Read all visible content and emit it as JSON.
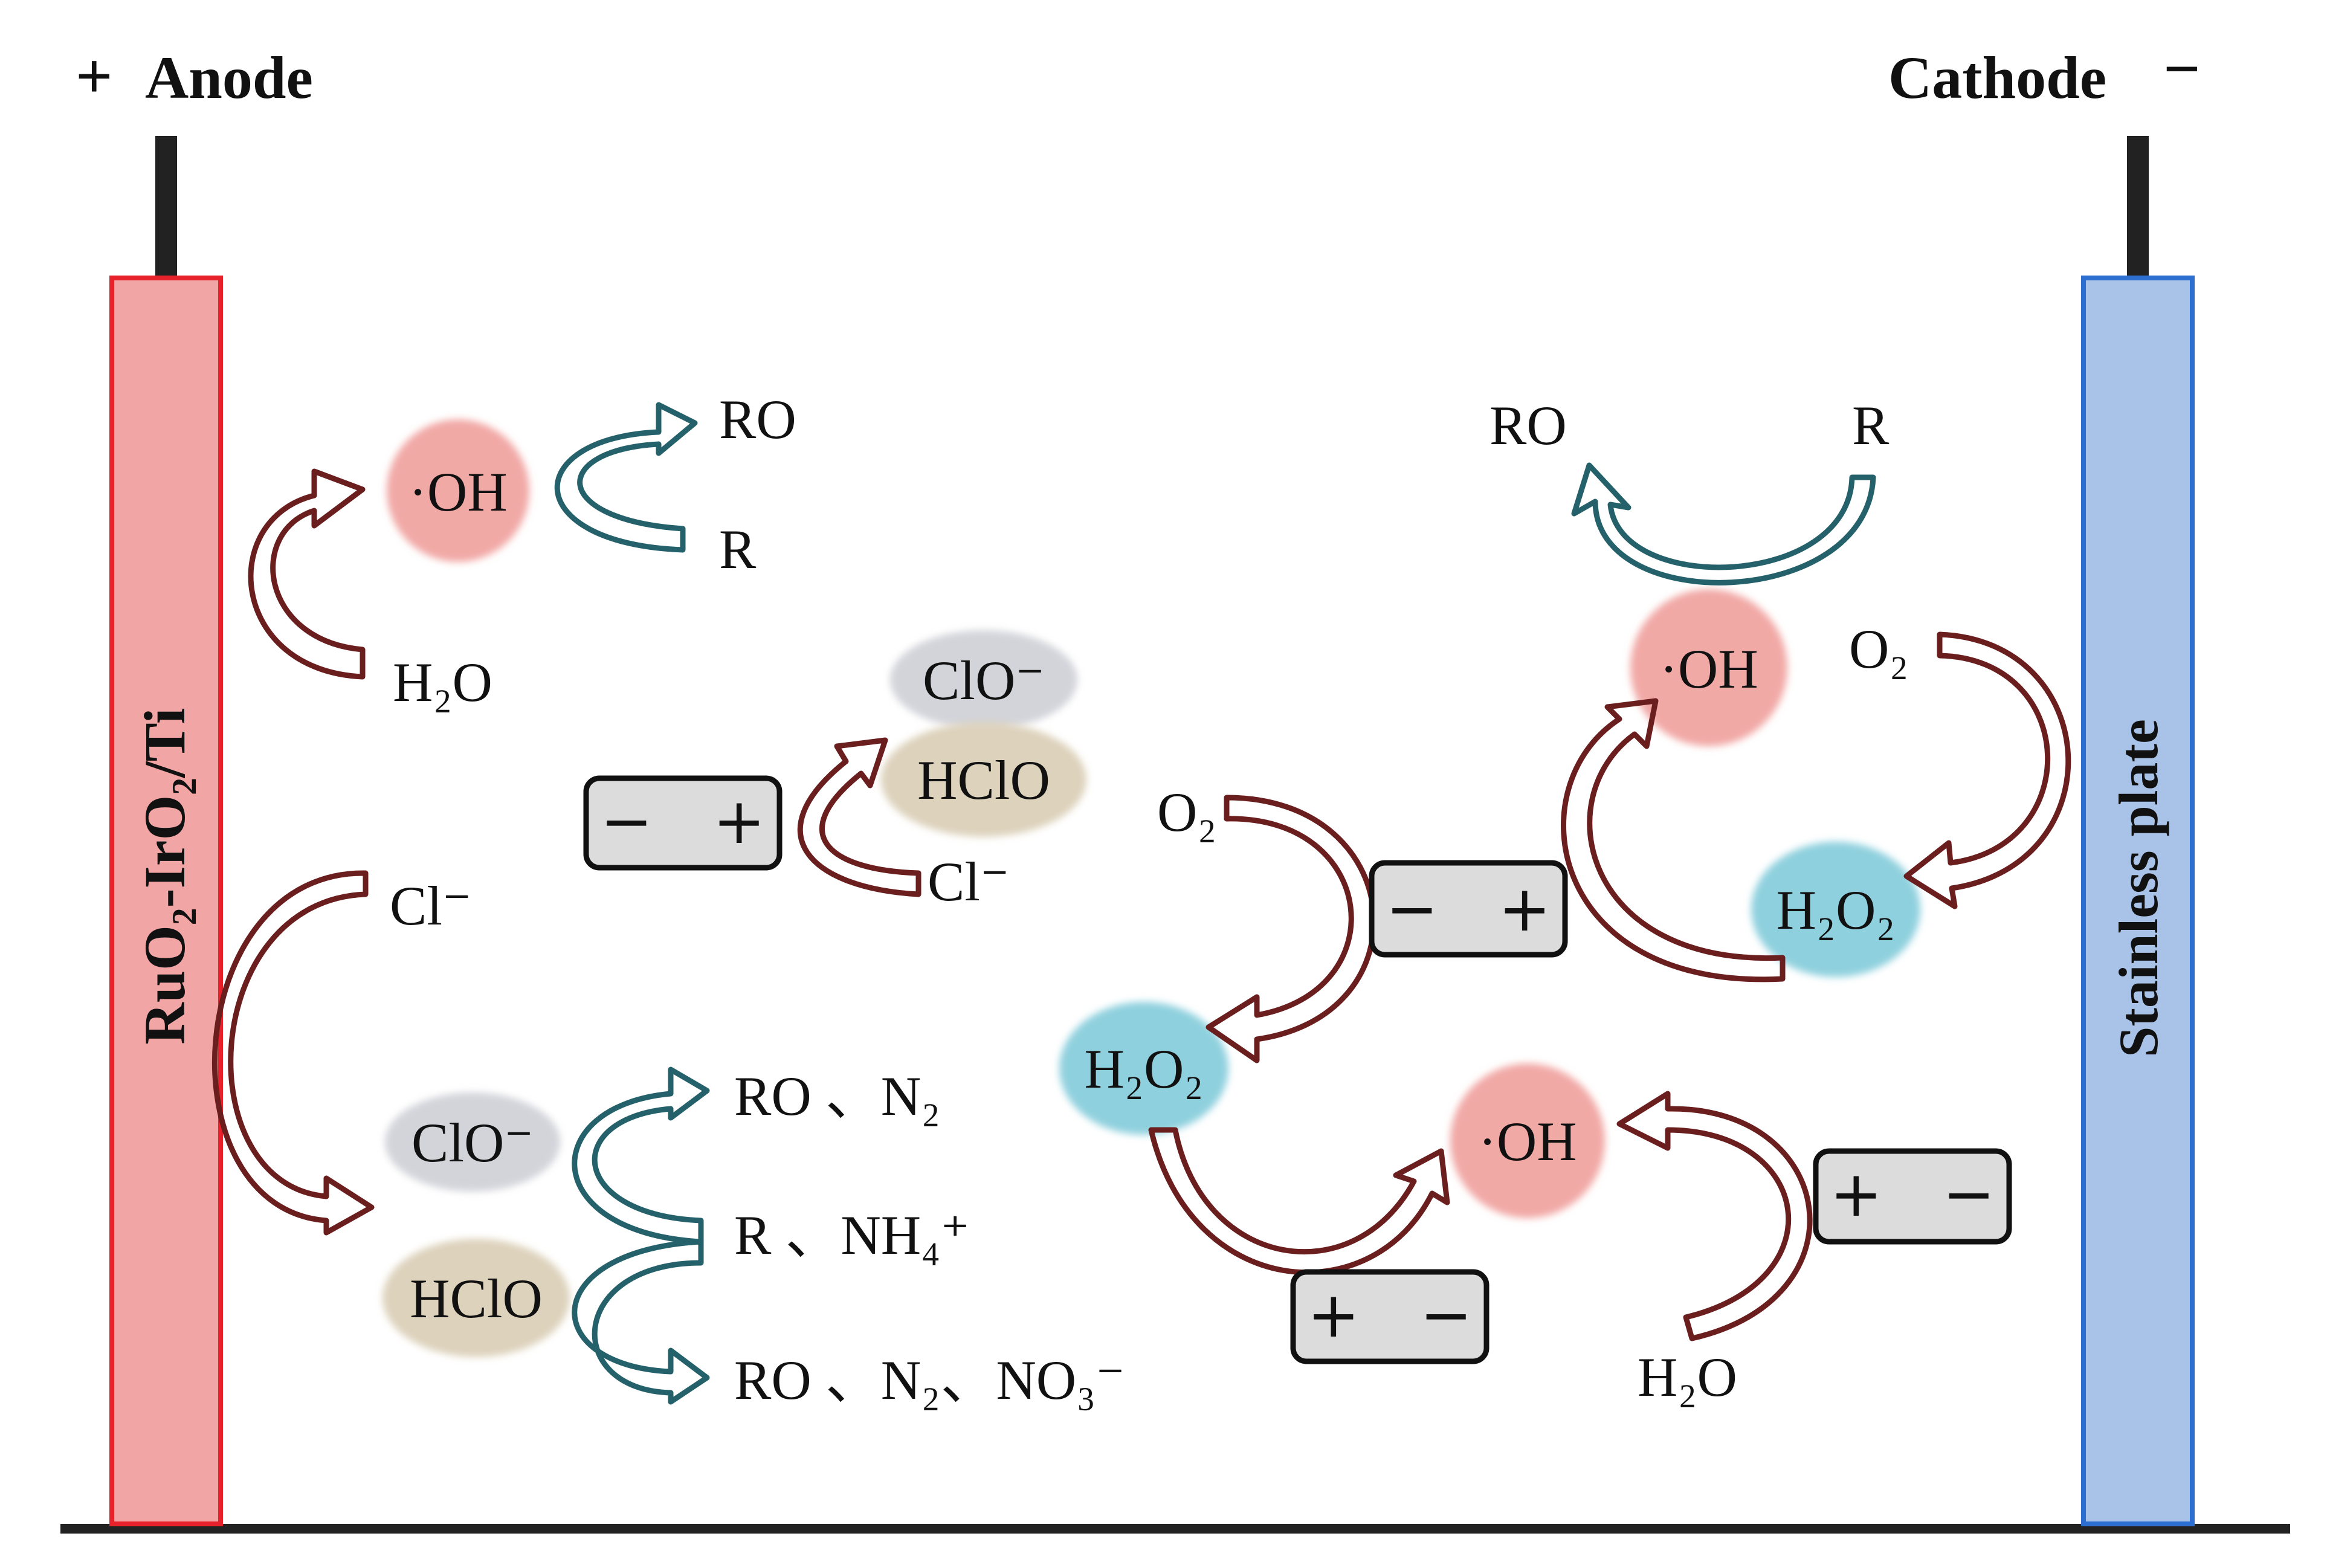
{
  "colors": {
    "anode_fill": "#f2a5a5",
    "anode_border": "#e8222a",
    "cathode_fill": "#a9c3e8",
    "cathode_border": "#2c6fd1",
    "arrow_red": "#6b1e1e",
    "arrow_teal": "#24616a",
    "oh_blob": "#f1a9a6",
    "h2o2_blob": "#8fd0de",
    "clo_blob": "#d3d4da",
    "hclo_blob": "#ddd2bc",
    "box_fill": "#dcdcdc",
    "ground": "#222222"
  },
  "anode": {
    "sign": "+",
    "title": "Anode",
    "material": "RuO₂-IrO₂/Ti"
  },
  "cathode": {
    "sign": "−",
    "title": "Cathode",
    "material": "Stainless plate"
  },
  "anode_side": {
    "oh": "·OH",
    "ro": "RO",
    "r": "R",
    "h2o": "H₂O",
    "cl_minus": "Cl⁻",
    "clo_minus": "ClO⁻",
    "hclo": "HClO",
    "prod_top": "RO 、N₂",
    "prod_mid": "R 、NH₄⁺",
    "prod_bot": "RO 、N₂、NO₃⁻"
  },
  "middle": {
    "box_left": "−   +",
    "clo_minus": "ClO⁻",
    "hclo": "HClO",
    "cl_minus": "Cl⁻",
    "o2": "O₂",
    "box_center": "−   +",
    "h2o2": "H₂O₂",
    "box_bottom": "+   −",
    "oh": "·OH"
  },
  "cathode_side": {
    "ro": "RO",
    "r": "R",
    "oh": "·OH",
    "o2": "O₂",
    "h2o2": "H₂O₂",
    "box": "+   −",
    "h2o": "H₂O"
  }
}
